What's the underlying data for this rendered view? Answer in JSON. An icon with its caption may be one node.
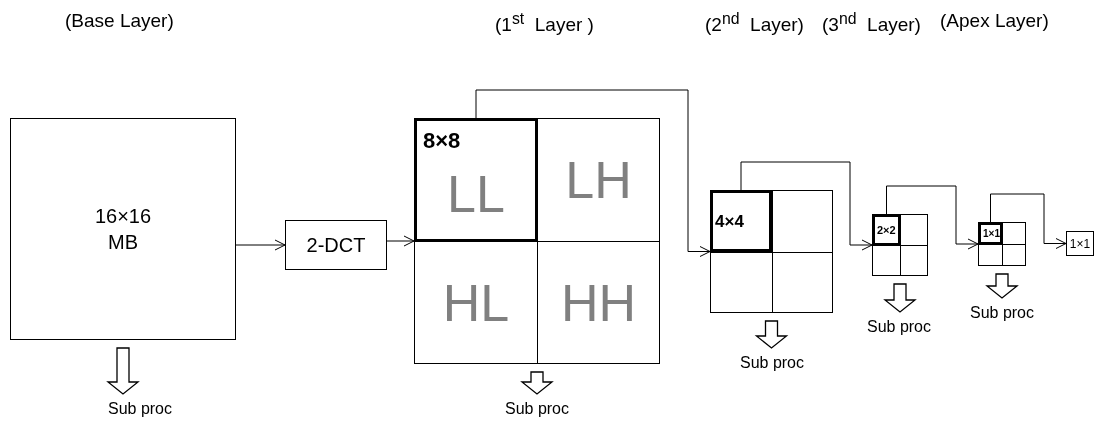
{
  "diagram": {
    "nodes": [
      {
        "text": [
          "16×16 MB"
        ]
      },
      {
        "text": [
          "2-DCT"
        ]
      },
      {
        "text": [],
        "shape": "box"
      },
      {
        "text": [
          "8×8",
          "LL"
        ],
        "in": 2
      },
      {
        "text": [
          "LH"
        ],
        "in": 2
      },
      {
        "text": [
          "HL"
        ],
        "in": 2
      },
      {
        "text": [
          "HH"
        ],
        "in": 2
      },
      {
        "text": [],
        "shape": "box"
      },
      {
        "text": [
          "4×4"
        ],
        "in": 7
      },
      {
        "text": [],
        "shape": "box"
      },
      {
        "text": [
          "2×2"
        ],
        "in": 9
      },
      {
        "text": [],
        "shape": "box"
      },
      {
        "text": [
          "1×1"
        ],
        "in": 11
      },
      {
        "text": [
          "1×1"
        ]
      },
      {
        "text": [
          "Sub proc"
        ]
      },
      {
        "text": [
          "Sub proc"
        ]
      },
      {
        "text": [
          "Sub proc"
        ]
      },
      {
        "text": [
          "Sub proc"
        ]
      },
      {
        "text": [
          "Sub proc"
        ]
      }
    ],
    "edges": [
      {
        "from": 0,
        "to": 1,
        "arrow": "to"
      },
      {
        "from": 1,
        "to": 2,
        "arrow": "to"
      },
      {
        "from": 3,
        "to": 7,
        "arrow": "to"
      },
      {
        "from": 8,
        "to": 9,
        "arrow": "to"
      },
      {
        "from": 10,
        "to": 11,
        "arrow": "to"
      },
      {
        "from": 12,
        "to": 13,
        "arrow": "to"
      },
      {
        "from": 0,
        "to": 14,
        "arrow": "to",
        "style": "thick"
      },
      {
        "from": 2,
        "to": 15,
        "arrow": "to",
        "style": "thick"
      },
      {
        "from": 7,
        "to": 16,
        "arrow": "to",
        "style": "thick"
      },
      {
        "from": 9,
        "to": 17,
        "arrow": "to",
        "style": "thick"
      },
      {
        "from": 11,
        "to": 18,
        "arrow": "to",
        "style": "thick"
      }
    ],
    "labels": [
      "(Base Layer)",
      "(1$^{st}$  Layer )",
      "(2$^{nd}$  Layer)",
      "(3$^{nd}$  Layer)",
      "(Apex Layer)"
    ]
  }
}
